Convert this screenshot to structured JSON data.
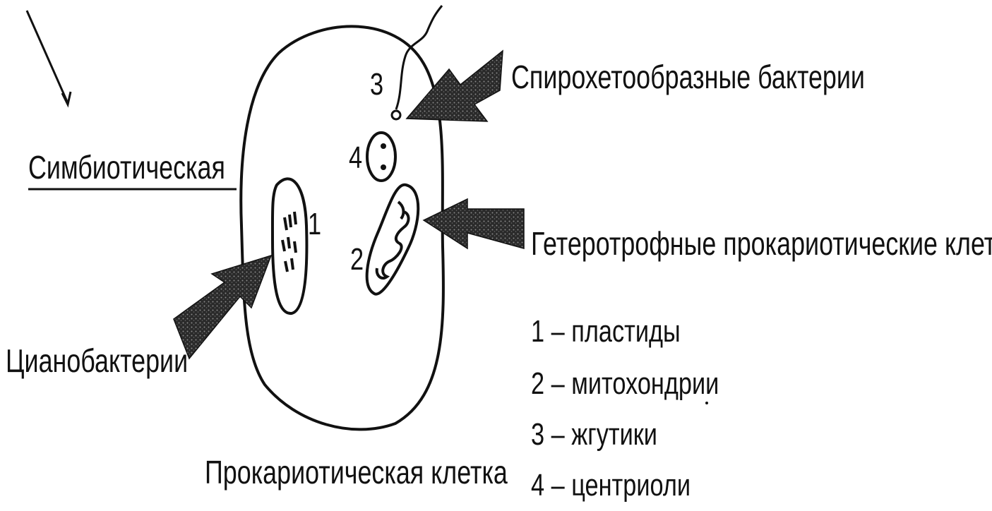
{
  "labels": {
    "symbiotic": "Симбиотическая",
    "spirochete": "Спирохетообразные бактерии",
    "heterotroph": "Гетеротрофные прокариотические клетки",
    "cyanobacteria": "Цианобактерии",
    "prokaryotic_cell": "Прокариотическая клетка"
  },
  "organelle_numbers": {
    "n1": "1",
    "n2": "2",
    "n3": "3",
    "n4": "4"
  },
  "legend": [
    "1 – пластиды",
    "2 – митохондрии",
    "3 – жгутики",
    "4 – центриоли"
  ],
  "colors": {
    "ink": "#111111",
    "background": "#ffffff"
  }
}
